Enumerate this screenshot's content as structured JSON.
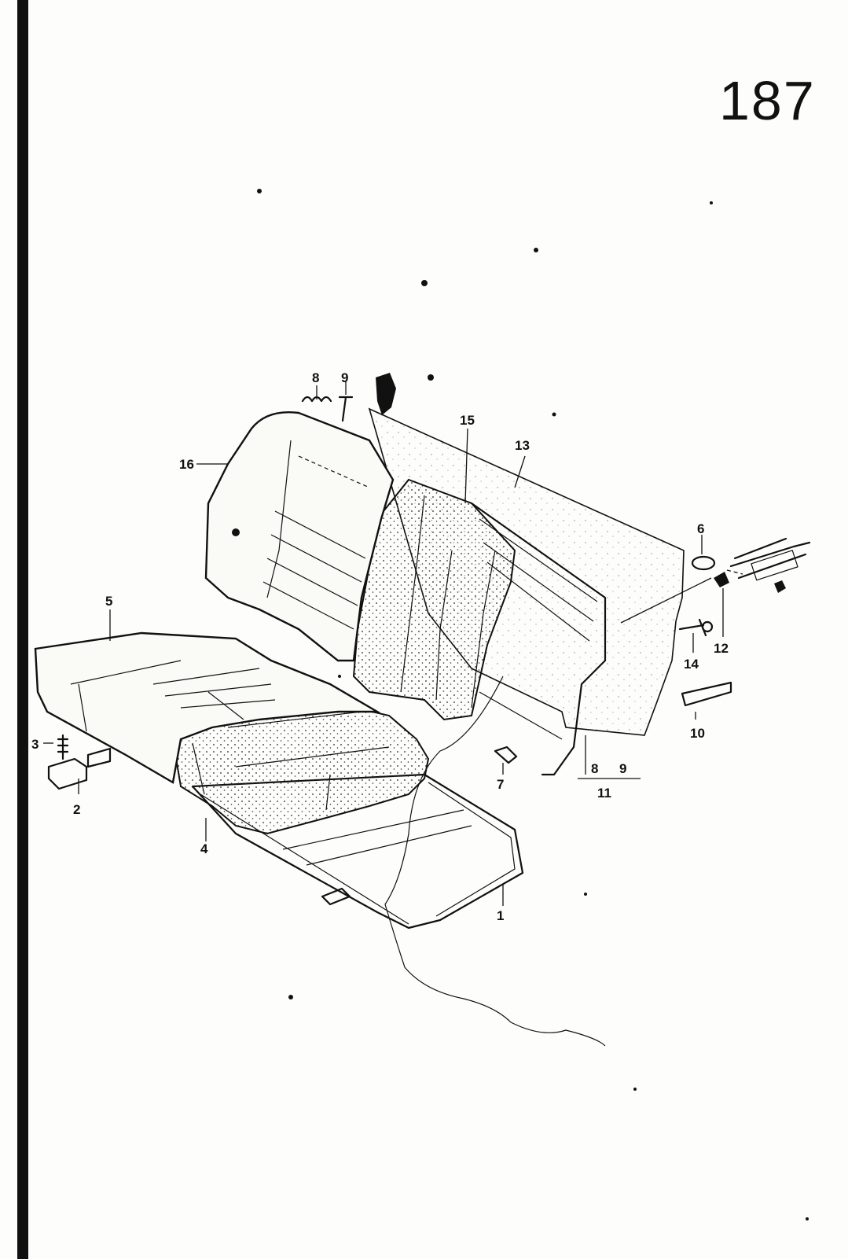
{
  "page_number": "187",
  "callouts": [
    {
      "id": "c1",
      "text": "1"
    },
    {
      "id": "c2",
      "text": "2"
    },
    {
      "id": "c3",
      "text": "3"
    },
    {
      "id": "c4",
      "text": "4"
    },
    {
      "id": "c5",
      "text": "5"
    },
    {
      "id": "c6",
      "text": "6"
    },
    {
      "id": "c7",
      "text": "7"
    },
    {
      "id": "c8a",
      "text": "8"
    },
    {
      "id": "c9a",
      "text": "9"
    },
    {
      "id": "c8b",
      "text": "8"
    },
    {
      "id": "c9b",
      "text": "9"
    },
    {
      "id": "c10",
      "text": "10"
    },
    {
      "id": "c11",
      "text": "11"
    },
    {
      "id": "c12",
      "text": "12"
    },
    {
      "id": "c13",
      "text": "13"
    },
    {
      "id": "c14",
      "text": "14"
    },
    {
      "id": "c15",
      "text": "15"
    },
    {
      "id": "c16",
      "text": "16"
    }
  ]
}
